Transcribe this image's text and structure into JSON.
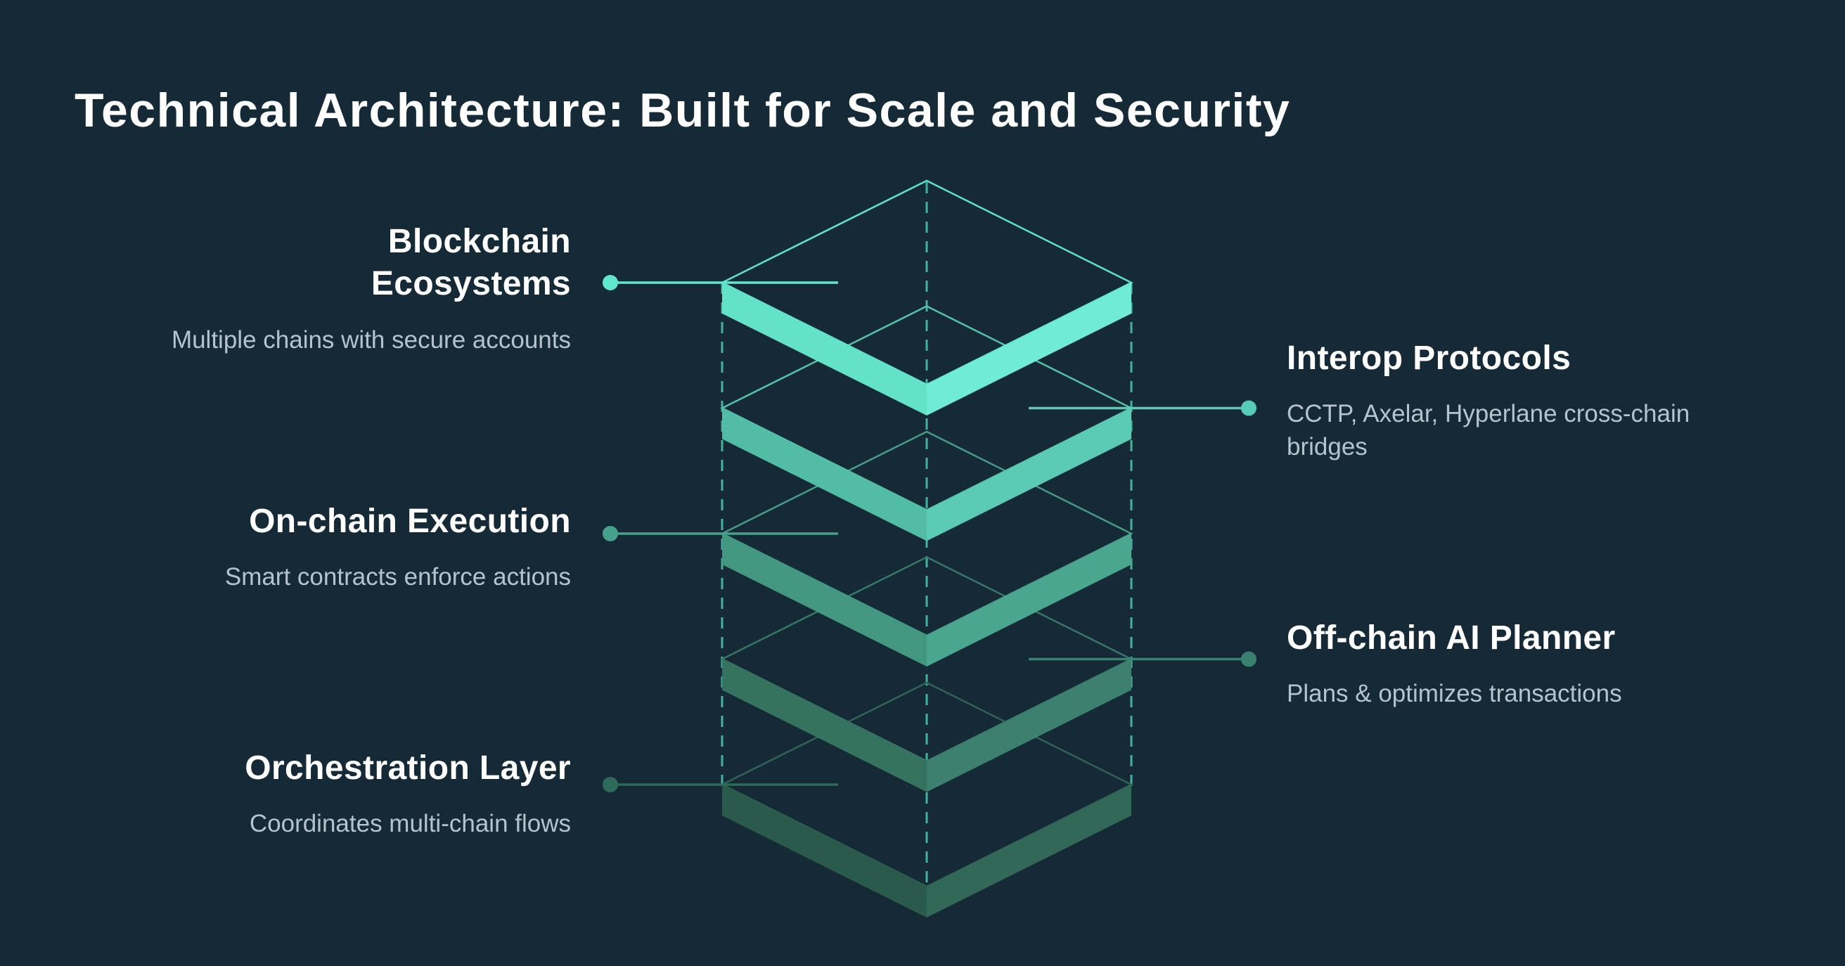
{
  "page": {
    "background": "#152A36"
  },
  "title": {
    "text": "Technical Architecture: Built for Scale and Security",
    "color": "#FFFFFF"
  },
  "label_text_colors": {
    "name": "#FFFFFF",
    "description": "#B4C3CD"
  },
  "stack": {
    "dash_color": "#4FC9B2",
    "layers": [
      {
        "name": "Blockchain Ecosystems",
        "description": "Multiple chains with secure accounts",
        "label_side": "left",
        "face_left": "#63E2C8",
        "face_right": "#70EBD5",
        "outline": "#5FE3C8",
        "accent": "#5FE6CB"
      },
      {
        "name": "Interop Protocols",
        "description": "CCTP, Axelar, Hyperlane cross-chain bridges",
        "label_side": "right",
        "face_left": "#52BCA5",
        "face_right": "#5CCBB3",
        "outline": "#55C2AC",
        "accent": "#56CDB4"
      },
      {
        "name": "On-chain Execution",
        "description": "Smart contracts enforce actions",
        "label_side": "left",
        "face_left": "#43977F",
        "face_right": "#4BA68F",
        "outline": "#459C86",
        "accent": "#45A18A"
      },
      {
        "name": "Off-chain AI Planner",
        "description": "Plans & optimizes transactions",
        "label_side": "right",
        "face_left": "#35735F",
        "face_right": "#3C806D",
        "outline": "#377765",
        "accent": "#3A8070"
      },
      {
        "name": "Orchestration Layer",
        "description": "Coordinates multi-chain flows",
        "label_side": "left",
        "face_left": "#2A5A4C",
        "face_right": "#326858",
        "outline": "#2F6354",
        "accent": "#2F6B5B"
      }
    ]
  }
}
